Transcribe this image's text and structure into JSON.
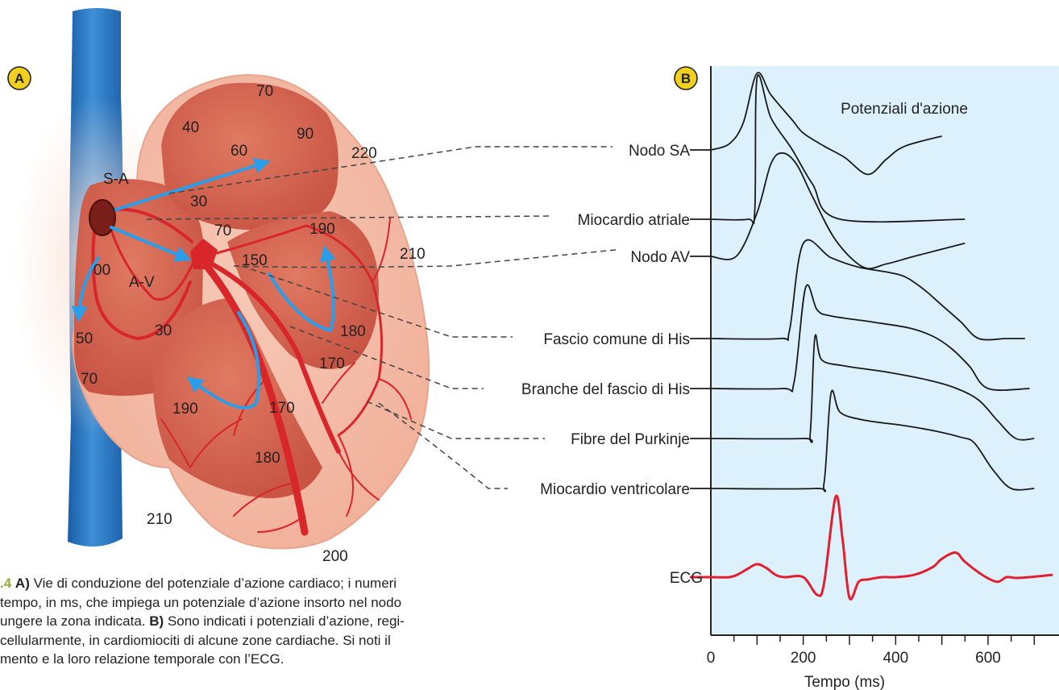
{
  "panel_a": {
    "badge": "A",
    "node_labels": {
      "sa": "S-A",
      "av": "A-V"
    },
    "times": [
      "70",
      "40",
      "90",
      "60",
      "220",
      "30",
      "70",
      "190",
      "210",
      "00",
      "150",
      "50",
      "30",
      "180",
      "170",
      "70",
      "190",
      "170",
      "180",
      "210",
      "200"
    ]
  },
  "panel_b": {
    "badge": "B",
    "title": "Potenziali d'azione",
    "chart_data": {
      "type": "line",
      "title": "Potenziali d'azione",
      "xlabel": "Tempo (ms)",
      "ylabel": "",
      "xlim": [
        0,
        740
      ],
      "xticks": [
        0,
        200,
        400,
        600
      ],
      "xtick_labels": [
        "0",
        "200",
        "400",
        "600"
      ],
      "minor_ticks_every": 100,
      "series": [
        {
          "name": "Nodo SA",
          "x": [
            0,
            40,
            70,
            100,
            130,
            175,
            200,
            245,
            290,
            340,
            380,
            420,
            500
          ],
          "y": [
            0,
            8,
            35,
            100,
            72,
            40,
            22,
            5,
            -10,
            -32,
            -12,
            5,
            18
          ]
        },
        {
          "name": "Miocardio atriale",
          "x": [
            0,
            80,
            95,
            100,
            130,
            175,
            220,
            280,
            550
          ],
          "y": [
            0,
            0,
            6,
            100,
            72,
            50,
            25,
            0,
            0
          ]
        },
        {
          "name": "Nodo AV",
          "x": [
            0,
            55,
            100,
            130,
            155,
            185,
            220,
            270,
            330,
            380,
            440,
            550
          ],
          "y": [
            0,
            0,
            40,
            85,
            95,
            85,
            55,
            15,
            -10,
            -7,
            0,
            12
          ]
        },
        {
          "name": "Fascio comune di His",
          "x": [
            0,
            150,
            170,
            200,
            260,
            320,
            380,
            420,
            460,
            500,
            540,
            580,
            640,
            680
          ],
          "y": [
            0,
            0,
            8,
            100,
            85,
            75,
            70,
            65,
            52,
            35,
            18,
            0,
            0,
            0
          ]
        },
        {
          "name": "Branche del fascio di His",
          "x": [
            0,
            155,
            180,
            205,
            230,
            260,
            350,
            430,
            480,
            520,
            560,
            600,
            690
          ],
          "y": [
            0,
            0,
            6,
            100,
            78,
            72,
            66,
            60,
            52,
            40,
            22,
            0,
            0
          ]
        },
        {
          "name": "Fibre del Purkinje",
          "x": [
            0,
            200,
            215,
            225,
            240,
            290,
            380,
            470,
            530,
            580,
            620,
            660,
            700
          ],
          "y": [
            0,
            0,
            5,
            100,
            78,
            72,
            66,
            58,
            50,
            38,
            18,
            0,
            0
          ]
        },
        {
          "name": "Miocardio ventricolare",
          "x": [
            0,
            225,
            245,
            260,
            280,
            330,
            420,
            490,
            540,
            570,
            610,
            650,
            700
          ],
          "y": [
            0,
            0,
            6,
            100,
            80,
            72,
            66,
            60,
            54,
            48,
            20,
            0,
            0
          ]
        },
        {
          "name": "ECG",
          "x": [
            0,
            40,
            60,
            80,
            100,
            120,
            140,
            160,
            200,
            230,
            245,
            270,
            285,
            300,
            320,
            340,
            370,
            400,
            440,
            480,
            500,
            530,
            550,
            590,
            620,
            640,
            660,
            690,
            740
          ],
          "y": [
            0,
            0,
            4,
            11,
            17,
            12,
            3,
            0,
            0,
            -23,
            -8,
            105,
            50,
            -27,
            -6,
            -3,
            0,
            0,
            3,
            13,
            24,
            32,
            20,
            2,
            -6,
            0,
            -1,
            0,
            3
          ]
        }
      ],
      "grid": false,
      "legend": "labels-left"
    },
    "ecg_color": "#e0202e",
    "background": "#dcf1fc"
  },
  "caption": {
    "figure_number": ".4",
    "lines": [
      {
        "bold": "A)",
        "text": "Vie di conduzione del potenziale d’azione cardiaco; i numeri"
      },
      {
        "text": "tempo, in ms, che impiega un potenziale d’azione insorto nel nodo"
      },
      {
        "text": "ungere la zona indicata. ",
        "bold": "B)",
        "text2": "Sono indicati i potenziali d’azione, regi-"
      },
      {
        "text": "cellularmente, in cardiomiociti di alcune zone cardiache. Si noti il"
      },
      {
        "text": "mento e la loro relazione temporale con l’ECG."
      }
    ]
  }
}
